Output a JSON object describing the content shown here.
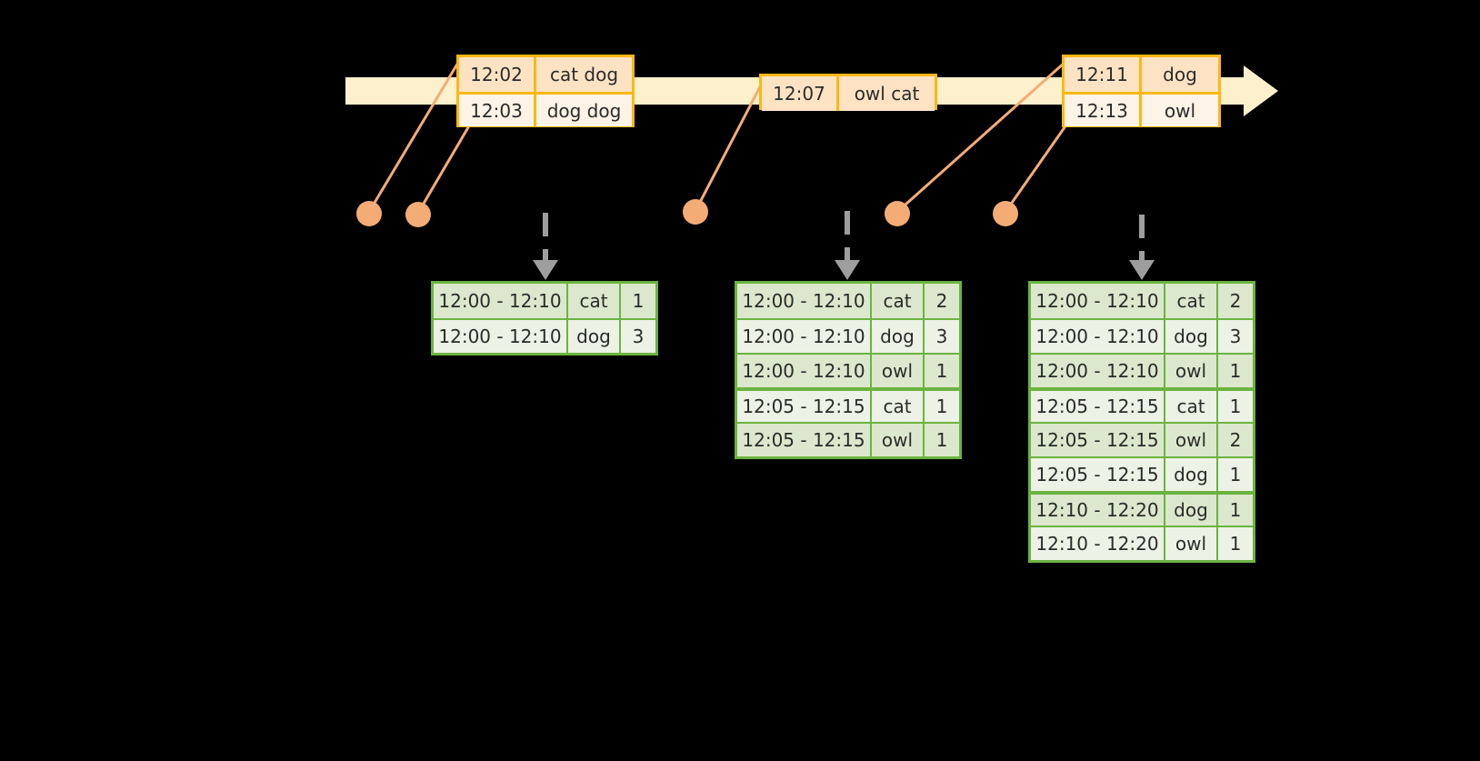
{
  "timeline": {
    "name": "event-stream-timeline",
    "arrow_direction": "right",
    "colors": {
      "bar": "#fdf0cd",
      "box_border": "#fdb813",
      "box_fill_shade": "#fde3c4",
      "box_fill_plain": "#fdf3e6",
      "dot": "#f4ac76",
      "table_border": "#6cb33f",
      "table_shade": "#dce8cd",
      "table_plain": "#ecf2e5",
      "dashed_arrow": "#9e9e9e"
    },
    "event_groups": [
      {
        "name": "event-group-1",
        "events": [
          {
            "time": "12:02",
            "payload": "cat dog"
          },
          {
            "time": "12:03",
            "payload": "dog dog"
          }
        ]
      },
      {
        "name": "event-group-2",
        "events": [
          {
            "time": "12:07",
            "payload": "owl cat"
          }
        ]
      },
      {
        "name": "event-group-3",
        "events": [
          {
            "time": "12:11",
            "payload": "dog"
          },
          {
            "time": "12:13",
            "payload": "owl"
          }
        ]
      }
    ]
  },
  "results": [
    {
      "name": "result-table-1",
      "rows": [
        {
          "window": "12:00 - 12:10",
          "key": "cat",
          "count": "1"
        },
        {
          "window": "12:00 - 12:10",
          "key": "dog",
          "count": "3"
        }
      ]
    },
    {
      "name": "result-table-2",
      "rows": [
        {
          "window": "12:00 - 12:10",
          "key": "cat",
          "count": "2"
        },
        {
          "window": "12:00 - 12:10",
          "key": "dog",
          "count": "3"
        },
        {
          "window": "12:00 - 12:10",
          "key": "owl",
          "count": "1"
        },
        {
          "window": "12:05 - 12:15",
          "key": "cat",
          "count": "1"
        },
        {
          "window": "12:05 - 12:15",
          "key": "owl",
          "count": "1"
        }
      ]
    },
    {
      "name": "result-table-3",
      "rows": [
        {
          "window": "12:00 - 12:10",
          "key": "cat",
          "count": "2"
        },
        {
          "window": "12:00 - 12:10",
          "key": "dog",
          "count": "3"
        },
        {
          "window": "12:00 - 12:10",
          "key": "owl",
          "count": "1"
        },
        {
          "window": "12:05 - 12:15",
          "key": "cat",
          "count": "1"
        },
        {
          "window": "12:05 - 12:15",
          "key": "owl",
          "count": "2"
        },
        {
          "window": "12:05 - 12:15",
          "key": "dog",
          "count": "1"
        },
        {
          "window": "12:10 - 12:20",
          "key": "dog",
          "count": "1"
        },
        {
          "window": "12:10 - 12:20",
          "key": "owl",
          "count": "1"
        }
      ]
    }
  ]
}
